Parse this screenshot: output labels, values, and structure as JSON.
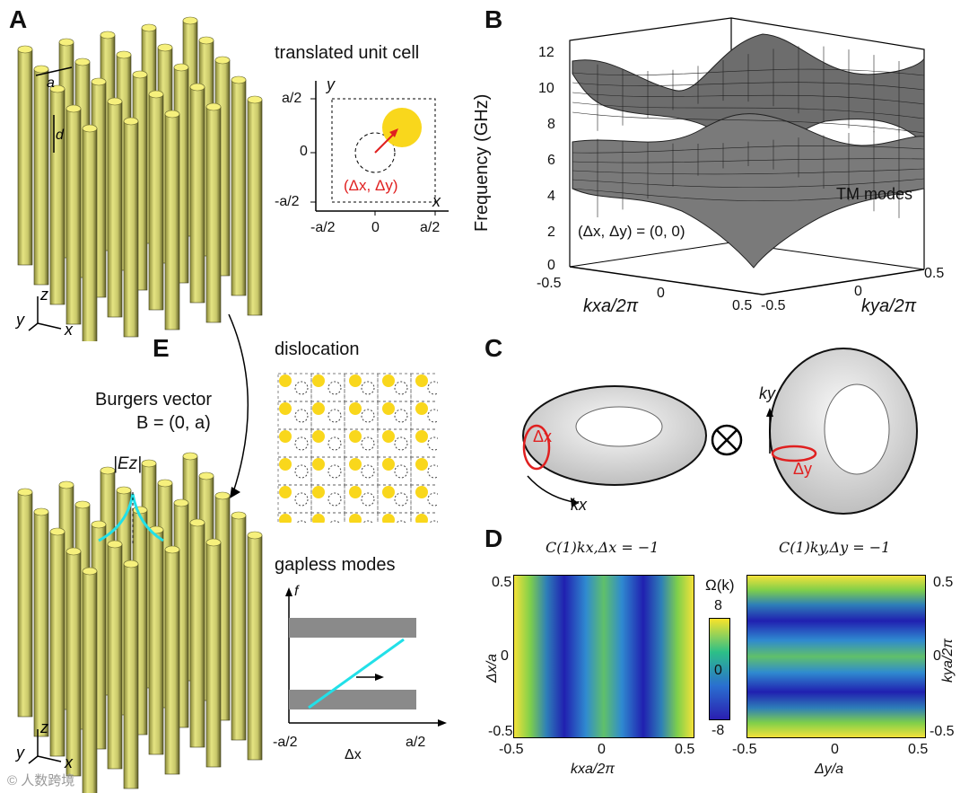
{
  "panels": {
    "A": "A",
    "B": "B",
    "C": "C",
    "D": "D",
    "E": "E"
  },
  "panelA": {
    "label_a": "a",
    "label_d": "d",
    "axes": {
      "z": "z",
      "y": "y",
      "x": "x"
    },
    "unit_cell_title": "translated unit cell",
    "unit_cell": {
      "y_axis": "y",
      "x_axis": "x",
      "y_ticks": [
        "a/2",
        "0",
        "-a/2"
      ],
      "x_ticks": [
        "-a/2",
        "0",
        "a/2"
      ],
      "shift_label": "(Δx, Δy)"
    }
  },
  "panelB": {
    "zlabel": "Frequency (GHz)",
    "z_ticks": [
      "12",
      "10",
      "8",
      "6",
      "4",
      "2",
      "0"
    ],
    "x_label": "kxa/2π",
    "x_ticks": [
      "-0.5",
      "0",
      "0.5"
    ],
    "y_label": "kya/2π",
    "y_ticks": [
      "-0.5",
      "0",
      "0.5"
    ],
    "annotation_modes": "TM modes",
    "annotation_shift": "(Δx, Δy) = (0, 0)"
  },
  "panelC": {
    "dx_label": "Δx",
    "kx_label": "kx",
    "ky_label": "ky",
    "dy_label": "Δy",
    "tensor_symbol": "⊗"
  },
  "panelD": {
    "left": {
      "title": "C(1)kx,Δx = −1",
      "ylabel": "Δx/a",
      "xlabel": "kxa/2π",
      "y_ticks": [
        "0.5",
        "0",
        "-0.5"
      ],
      "x_ticks": [
        "-0.5",
        "0",
        "0.5"
      ]
    },
    "right": {
      "title": "C(1)ky,Δy = −1",
      "ylabel": "kya/2π",
      "xlabel": "Δy/a",
      "y_ticks": [
        "0.5",
        "0",
        "-0.5"
      ],
      "x_ticks": [
        "-0.5",
        "0",
        "0.5"
      ]
    },
    "colorbar": {
      "label": "Ω(k)",
      "ticks": [
        "8",
        "0",
        "-8"
      ]
    }
  },
  "panelE": {
    "burgers_title": "Burgers vector",
    "burgers_value": "B = (0, a)",
    "field_label": "|Ez|",
    "dislocation_title": "dislocation",
    "gapless_title": "gapless modes",
    "gapless": {
      "f": "f",
      "x_label": "Δx",
      "x_ticks": [
        "-a/2",
        "a/2"
      ]
    },
    "axes": {
      "z": "z",
      "y": "y",
      "x": "x"
    }
  },
  "watermark": "© 人数跨境",
  "colors": {
    "rod": "#dfe07a",
    "rod_top": "#f6f07c",
    "accent": "#ff3030",
    "cyan": "#22e0e8",
    "yellow": "#f9d71c"
  }
}
